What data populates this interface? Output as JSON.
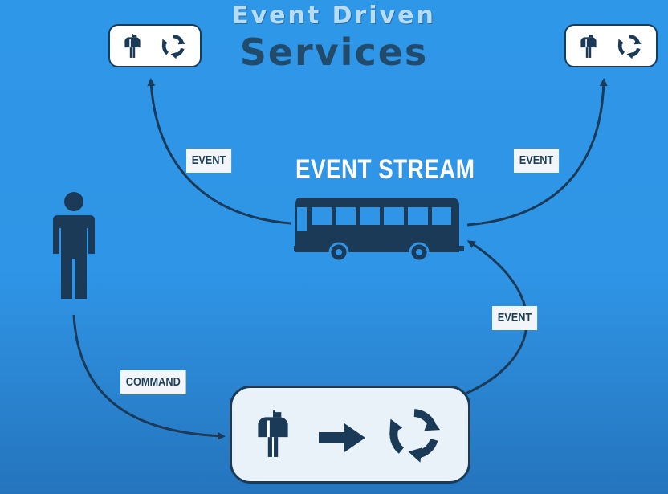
{
  "title": {
    "line1": "Event Driven",
    "line2": "Services"
  },
  "stream": {
    "label": "EVENT STREAM"
  },
  "edges": {
    "event_left": "EVENT",
    "event_right": "EVENT",
    "event_bottom": "EVENT",
    "command": "COMMAND"
  },
  "icons": {
    "mailbox": "mailbox-icon",
    "cycle": "cycle-arrows-icon",
    "arrow": "right-arrow-icon",
    "bus": "bus-icon",
    "person": "person-icon"
  },
  "colors": {
    "background": "#2f95e6",
    "ink": "#1a3a57",
    "title_dark": "#224a6b",
    "title_light": "#b9dcf5",
    "tag_bg": "#f2f6f9"
  }
}
